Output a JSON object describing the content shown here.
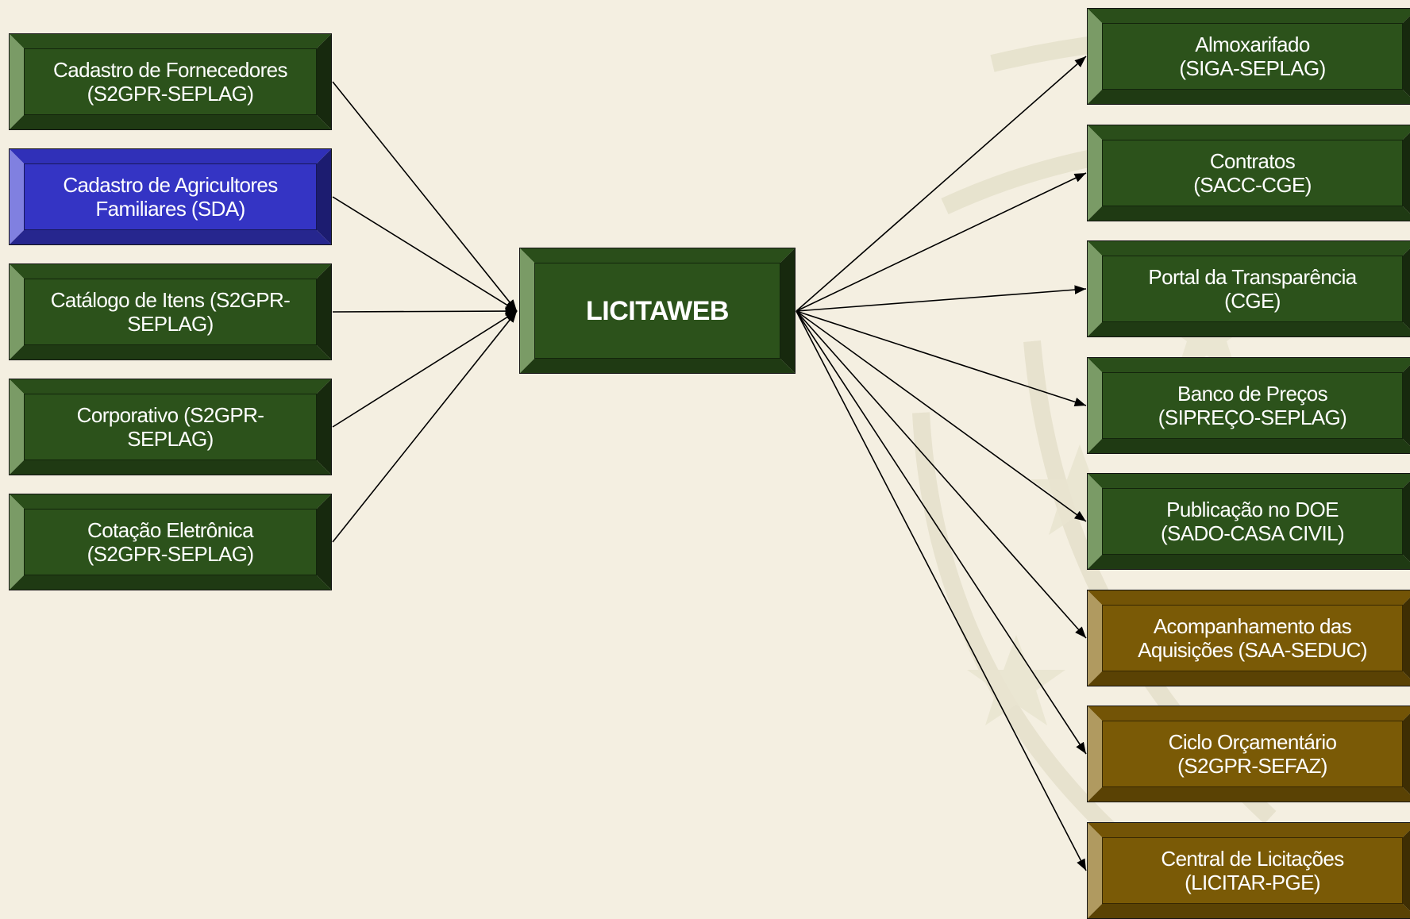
{
  "diagram": {
    "center": {
      "id": "licitaweb",
      "label": "LICITAWEB",
      "color": "green"
    },
    "inputs": [
      {
        "id": "in-fornecedores",
        "label": "Cadastro de Fornecedores\n(S2GPR-SEPLAG)",
        "color": "green"
      },
      {
        "id": "in-agricultores",
        "label": "Cadastro de Agricultores\nFamiliares (SDA)",
        "color": "blue"
      },
      {
        "id": "in-catalogo",
        "label": "Catálogo de Itens (S2GPR-\nSEPLAG)",
        "color": "green"
      },
      {
        "id": "in-corporativo",
        "label": "Corporativo (S2GPR-\nSEPLAG)",
        "color": "green"
      },
      {
        "id": "in-cotacao",
        "label": "Cotação Eletrônica\n(S2GPR-SEPLAG)",
        "color": "green"
      }
    ],
    "outputs": [
      {
        "id": "out-almoxarifado",
        "label": "Almoxarifado\n(SIGA-SEPLAG)",
        "color": "green"
      },
      {
        "id": "out-contratos",
        "label": "Contratos\n(SACC-CGE)",
        "color": "green"
      },
      {
        "id": "out-portal",
        "label": "Portal da Transparência\n(CGE)",
        "color": "green"
      },
      {
        "id": "out-banco-precos",
        "label": "Banco de Preços\n(SIPREÇO-SEPLAG)",
        "color": "green"
      },
      {
        "id": "out-publicacao",
        "label": "Publicação no DOE\n(SADO-CASA CIVIL)",
        "color": "green"
      },
      {
        "id": "out-acompanhamento",
        "label": "Acompanhamento das\nAquisições (SAA-SEDUC)",
        "color": "gold"
      },
      {
        "id": "out-ciclo",
        "label": "Ciclo Orçamentário\n(S2GPR-SEFAZ)",
        "color": "gold"
      },
      {
        "id": "out-central",
        "label": "Central de Licitações\n(LICITAR-PGE)",
        "color": "gold"
      }
    ]
  },
  "colors": {
    "background": "#f4efe1",
    "green": "#2c521b",
    "blue": "#3434c4",
    "gold": "#7a5a06",
    "connector": "#000000"
  }
}
